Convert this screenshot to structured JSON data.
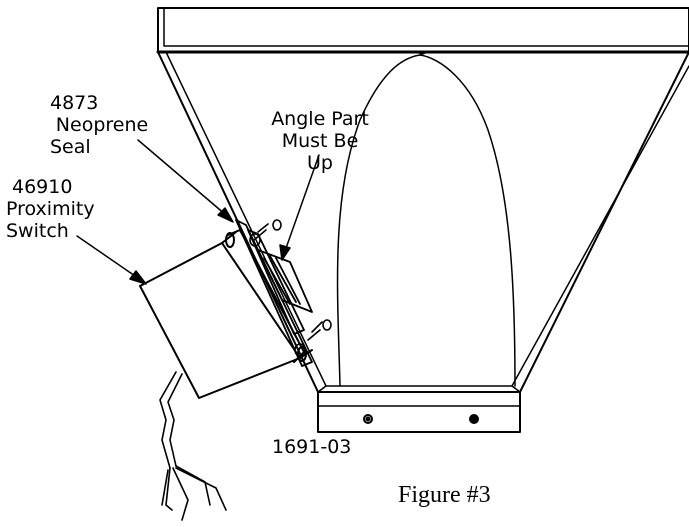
{
  "labels": {
    "seal_part": "4873",
    "seal_name_1": "Neoprene",
    "seal_name_2": "Seal",
    "switch_part": "46910",
    "switch_name_1": "Proximity",
    "switch_name_2": "Switch",
    "angle_1": "Angle Part",
    "angle_2": "Must Be",
    "angle_3": "Up",
    "hopper_part": "1691-03"
  },
  "caption": "Figure #3"
}
